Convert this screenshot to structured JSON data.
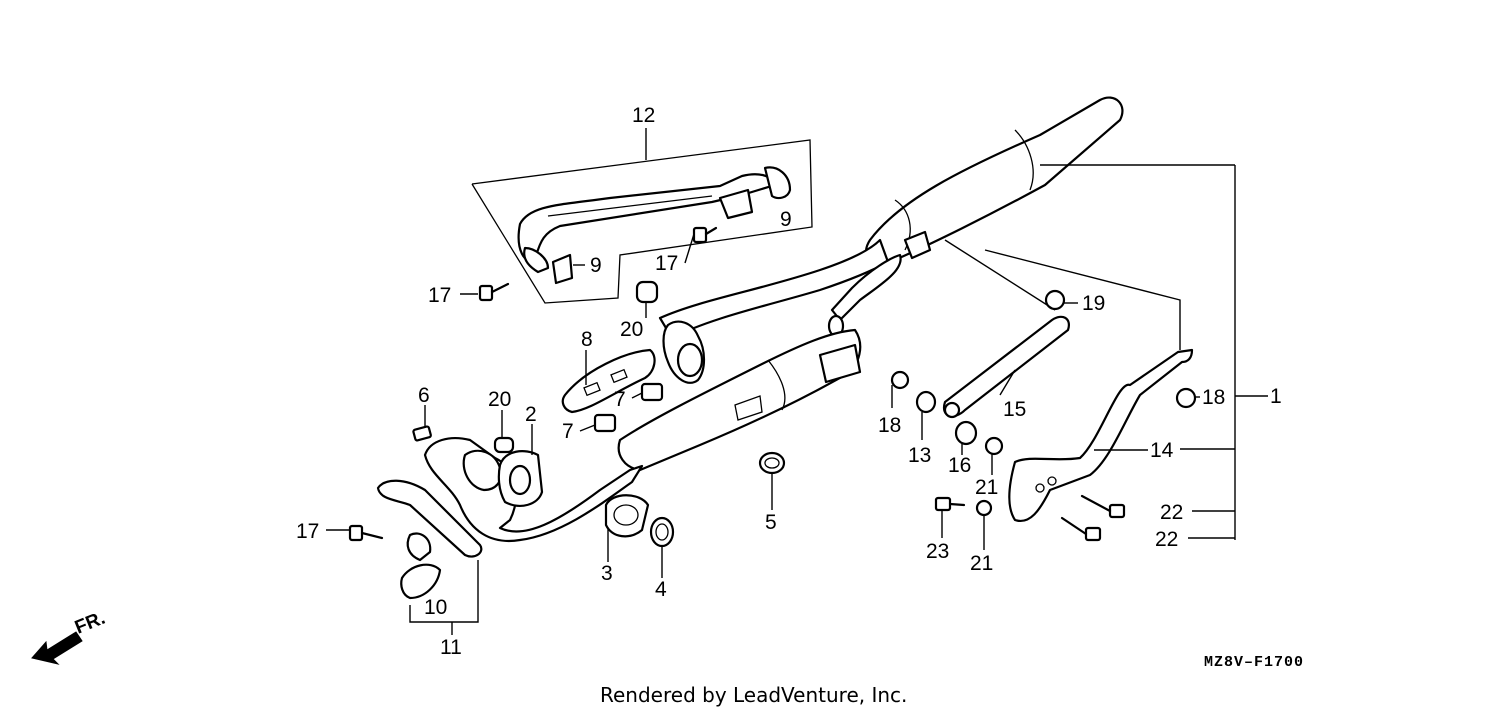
{
  "diagram": {
    "drawing_code": "MZ8V–F1700",
    "front_label": "FR.",
    "footer": "Rendered by LeadVenture, Inc.",
    "callouts": [
      {
        "id": "c1",
        "label": "1"
      },
      {
        "id": "c2",
        "label": "2"
      },
      {
        "id": "c3",
        "label": "3"
      },
      {
        "id": "c4",
        "label": "4"
      },
      {
        "id": "c5",
        "label": "5"
      },
      {
        "id": "c6",
        "label": "6"
      },
      {
        "id": "c7a",
        "label": "7"
      },
      {
        "id": "c7b",
        "label": "7"
      },
      {
        "id": "c8",
        "label": "8"
      },
      {
        "id": "c9a",
        "label": "9"
      },
      {
        "id": "c9b",
        "label": "9"
      },
      {
        "id": "c10",
        "label": "10"
      },
      {
        "id": "c11",
        "label": "11"
      },
      {
        "id": "c12",
        "label": "12"
      },
      {
        "id": "c13",
        "label": "13"
      },
      {
        "id": "c14",
        "label": "14"
      },
      {
        "id": "c15",
        "label": "15"
      },
      {
        "id": "c16",
        "label": "16"
      },
      {
        "id": "c17a",
        "label": "17"
      },
      {
        "id": "c17b",
        "label": "17"
      },
      {
        "id": "c17c",
        "label": "17"
      },
      {
        "id": "c18a",
        "label": "18"
      },
      {
        "id": "c18b",
        "label": "18"
      },
      {
        "id": "c19",
        "label": "19"
      },
      {
        "id": "c20a",
        "label": "20"
      },
      {
        "id": "c20b",
        "label": "20"
      },
      {
        "id": "c21a",
        "label": "21"
      },
      {
        "id": "c21b",
        "label": "21"
      },
      {
        "id": "c22a",
        "label": "22"
      },
      {
        "id": "c22b",
        "label": "22"
      },
      {
        "id": "c23",
        "label": "23"
      }
    ]
  }
}
